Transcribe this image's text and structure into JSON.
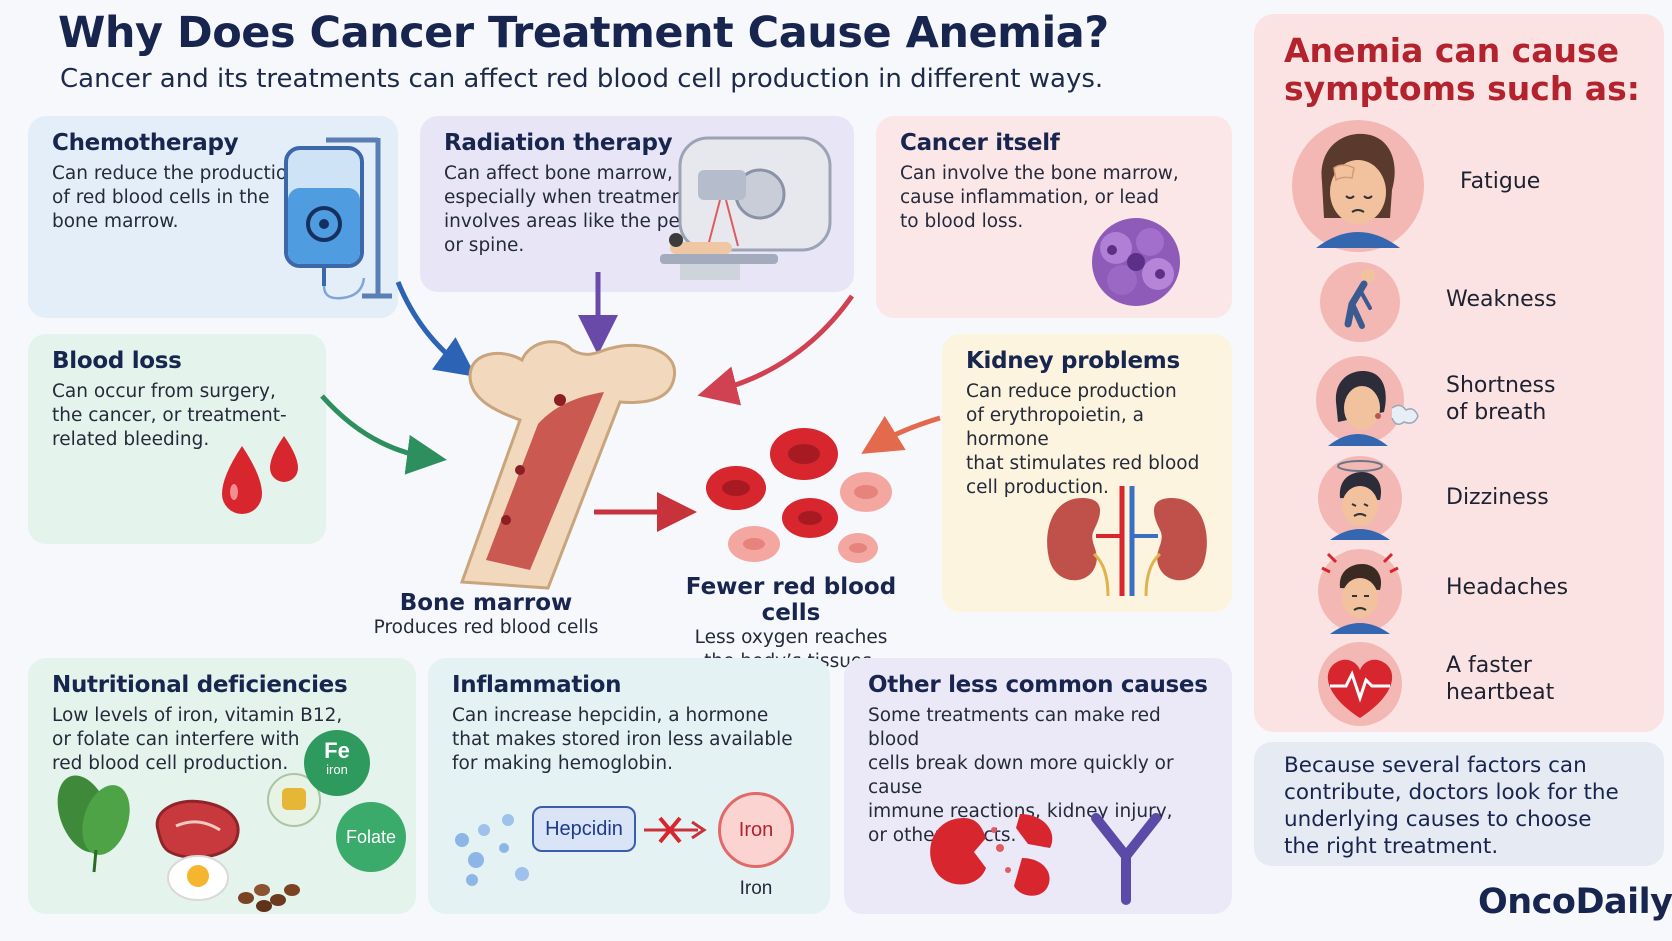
{
  "title": "Why Does Cancer Treatment Cause Anemia?",
  "subtitle": "Cancer and its treatments can affect red blood cell production in different ways.",
  "causes": {
    "chemo": {
      "title": "Chemotherapy",
      "lines": [
        "Can reduce the production",
        "of red blood cells in the",
        "bone marrow."
      ]
    },
    "radiation": {
      "title": "Radiation therapy",
      "lines": [
        "Can affect bone marrow,",
        "especially when treatment",
        "involves areas like the pelvis",
        "or spine."
      ]
    },
    "cancer": {
      "title": "Cancer itself",
      "lines": [
        "Can involve the bone marrow,",
        "cause inflammation, or lead",
        "to blood loss."
      ]
    },
    "blood_loss": {
      "title": "Blood loss",
      "lines": [
        "Can occur from surgery,",
        "the cancer, or treatment-",
        "related bleeding."
      ]
    },
    "kidney": {
      "title": "Kidney problems",
      "lines": [
        "Can reduce production",
        "of erythropoietin, a hormone",
        "that stimulates red blood",
        "cell production."
      ]
    },
    "nutrition": {
      "title": "Nutritional deficiencies",
      "lines": [
        "Low levels of iron, vitamin B12,",
        "or folate can interfere with",
        "red blood cell production."
      ],
      "fe_symbol": "Fe",
      "fe_label": "iron",
      "folate_label": "Folate"
    },
    "inflammation": {
      "title": "Inflammation",
      "lines": [
        "Can increase hepcidin, a hormone",
        "that makes stored iron less available",
        "for making hemoglobin."
      ],
      "hepcidin_label": "Hepcidin",
      "iron_circle": "Iron",
      "iron_caption": "Iron"
    },
    "other": {
      "title": "Other less common causes",
      "lines": [
        "Some treatments can make red blood",
        "cells break down more quickly or cause",
        "immune reactions, kidney injury,",
        "or other effects."
      ]
    }
  },
  "bone_marrow": {
    "title": "Bone marrow",
    "caption": "Produces red blood cells"
  },
  "fewer_rbc": {
    "title": "Fewer red blood cells",
    "lines": [
      "Less oxygen reaches",
      "the body’s tissues."
    ]
  },
  "symptoms": {
    "title_lines": [
      "Anemia can cause",
      "symptoms such as:"
    ],
    "items": [
      {
        "label_lines": [
          "Fatigue"
        ],
        "icon": "fatigue-icon"
      },
      {
        "label_lines": [
          "Weakness"
        ],
        "icon": "weakness-icon"
      },
      {
        "label_lines": [
          "Shortness",
          "of breath"
        ],
        "icon": "shortness-of-breath-icon"
      },
      {
        "label_lines": [
          "Dizziness"
        ],
        "icon": "dizziness-icon"
      },
      {
        "label_lines": [
          "Headaches"
        ],
        "icon": "headache-icon"
      },
      {
        "label_lines": [
          "A faster",
          "heartbeat"
        ],
        "icon": "heartbeat-icon"
      }
    ]
  },
  "note_lines": [
    "Because several factors can",
    "contribute, doctors look for the",
    "underlying causes to choose",
    "the right treatment."
  ],
  "brand": "OncoDaily",
  "colors": {
    "navy": "#17254f",
    "red": "#b3232d",
    "blood": "#d7262e"
  }
}
